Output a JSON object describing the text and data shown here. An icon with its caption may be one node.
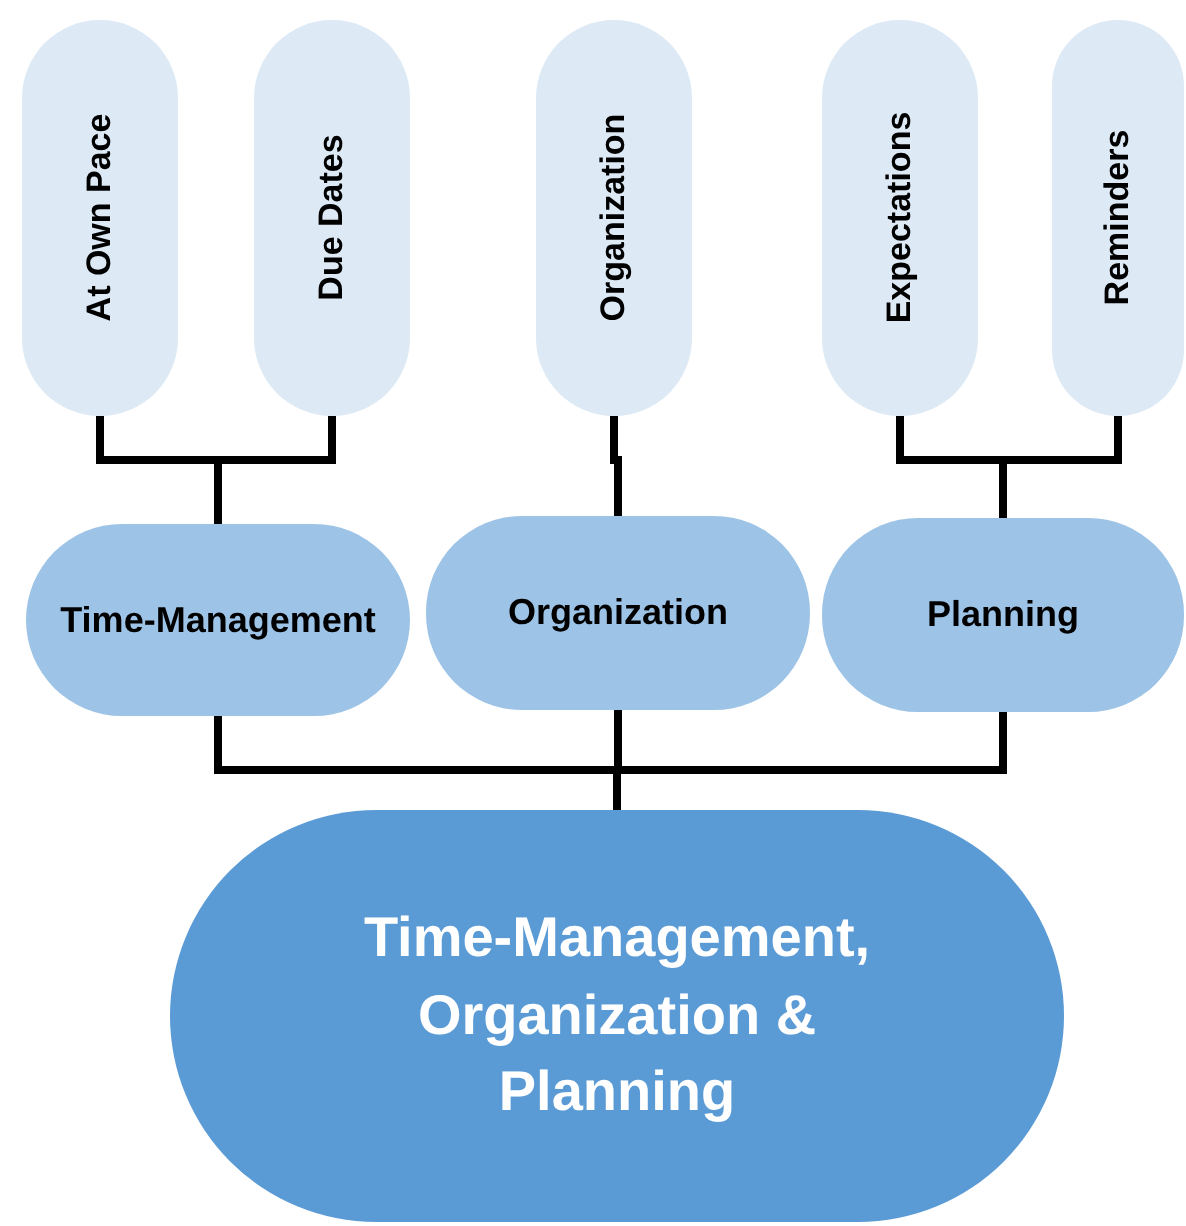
{
  "diagram": {
    "nodes": [
      {
        "text": [
          "At Own Pace"
        ]
      },
      {
        "text": [
          "Due Dates"
        ]
      },
      {
        "text": [
          "Organization"
        ]
      },
      {
        "text": [
          "Expectations"
        ]
      },
      {
        "text": [
          "Reminders"
        ]
      },
      {
        "text": [
          "Time-Management"
        ]
      },
      {
        "text": [
          "Organization"
        ]
      },
      {
        "text": [
          "Planning"
        ]
      },
      {
        "text": [
          "Time-Management, Organization & Planning"
        ]
      }
    ],
    "edges": [
      {
        "from": 0,
        "to": 5,
        "arrow": "none"
      },
      {
        "from": 1,
        "to": 5,
        "arrow": "none"
      },
      {
        "from": 2,
        "to": 6,
        "arrow": "none"
      },
      {
        "from": 3,
        "to": 7,
        "arrow": "none"
      },
      {
        "from": 4,
        "to": 7,
        "arrow": "none"
      },
      {
        "from": 5,
        "to": 8,
        "arrow": "none"
      },
      {
        "from": 6,
        "to": 8,
        "arrow": "none"
      },
      {
        "from": 7,
        "to": 8,
        "arrow": "none"
      }
    ]
  }
}
